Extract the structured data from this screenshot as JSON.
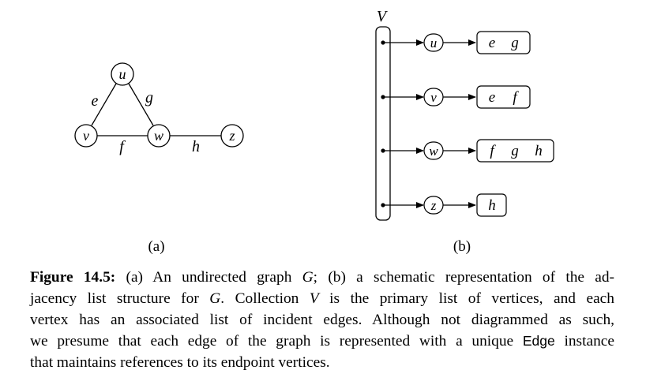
{
  "graph": {
    "vertices": [
      "u",
      "v",
      "w",
      "z"
    ],
    "edges": [
      {
        "label": "e",
        "from": "u",
        "to": "v"
      },
      {
        "label": "g",
        "from": "u",
        "to": "w"
      },
      {
        "label": "f",
        "from": "v",
        "to": "w"
      },
      {
        "label": "h",
        "from": "w",
        "to": "z"
      }
    ]
  },
  "adjacency": {
    "collection_label": "V",
    "rows": [
      {
        "vertex": "u",
        "edges": [
          "e",
          "g"
        ]
      },
      {
        "vertex": "v",
        "edges": [
          "e",
          "f"
        ]
      },
      {
        "vertex": "w",
        "edges": [
          "f",
          "g",
          "h"
        ]
      },
      {
        "vertex": "z",
        "edges": [
          "h"
        ]
      }
    ]
  },
  "sublabels": {
    "a": "(a)",
    "b": "(b)"
  },
  "caption": {
    "figure_label": "Figure 14.5:",
    "line1_a": " (a) An undirected graph ",
    "G1": "G",
    "line1_b": "; (b) a schematic representation of the ad-",
    "line2_a": "jacency list structure for ",
    "G2": "G",
    "line2_b": ". Collection ",
    "V": "V",
    "line2_c": " is the primary list of vertices, and each",
    "line3": "vertex has an associated list of incident edges. Although not diagrammed as such,",
    "line4_a": "we presume that each edge of the graph is represented with a unique ",
    "edge_class": "Edge",
    "line4_b": " instance",
    "line5": "that maintains references to its endpoint vertices."
  }
}
